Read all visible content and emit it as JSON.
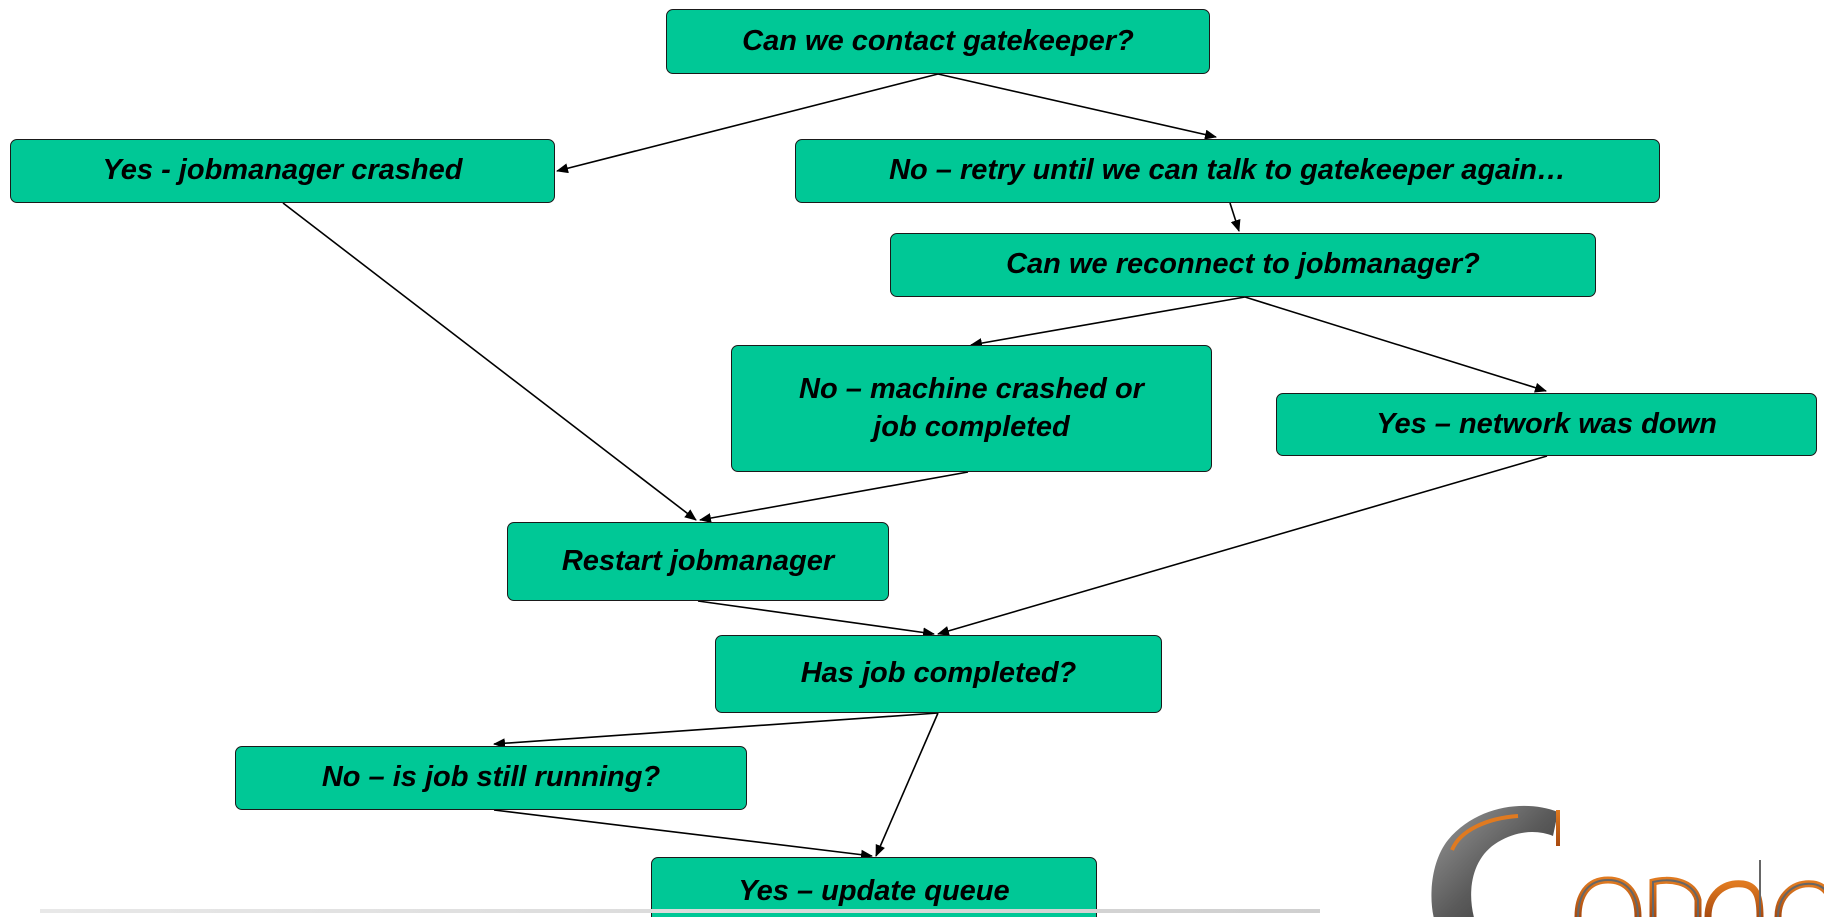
{
  "colors": {
    "node_fill": "#00c896",
    "node_border": "#1a1a1a",
    "edge": "#000000"
  },
  "nodes": {
    "gatekeeper_question": "Can we contact gatekeeper?",
    "yes_jobmanager_crashed": "Yes - jobmanager crashed",
    "no_retry_gatekeeper": "No – retry until we can talk to gatekeeper again…",
    "reconnect_question": "Can we reconnect to jobmanager?",
    "no_machine_crashed": "No – machine crashed or\njob completed",
    "yes_network_down": "Yes – network was down",
    "restart_jobmanager": "Restart jobmanager",
    "job_completed_question": "Has job completed?",
    "no_still_running": "No – is job still running?",
    "yes_update_queue": "Yes – update queue"
  },
  "edges": [
    {
      "from": "gatekeeper_question",
      "to": "yes_jobmanager_crashed"
    },
    {
      "from": "gatekeeper_question",
      "to": "no_retry_gatekeeper"
    },
    {
      "from": "no_retry_gatekeeper",
      "to": "reconnect_question"
    },
    {
      "from": "reconnect_question",
      "to": "no_machine_crashed"
    },
    {
      "from": "reconnect_question",
      "to": "yes_network_down"
    },
    {
      "from": "yes_jobmanager_crashed",
      "to": "restart_jobmanager"
    },
    {
      "from": "no_machine_crashed",
      "to": "restart_jobmanager"
    },
    {
      "from": "restart_jobmanager",
      "to": "job_completed_question"
    },
    {
      "from": "yes_network_down",
      "to": "job_completed_question"
    },
    {
      "from": "job_completed_question",
      "to": "no_still_running"
    },
    {
      "from": "job_completed_question",
      "to": "yes_update_queue"
    },
    {
      "from": "no_still_running",
      "to": "yes_update_queue"
    }
  ],
  "logo": {
    "name": "condor-logo",
    "text": "Condor"
  }
}
